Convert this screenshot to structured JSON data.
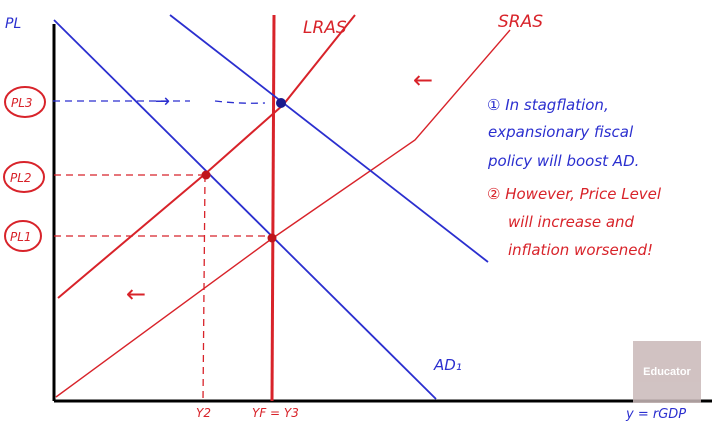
{
  "axes": {
    "y_label": "PL",
    "x_label": "y = rGDP"
  },
  "curves": {
    "lras_label": "LRAS",
    "sras_label": "SRAS",
    "ad_label": "AD₁"
  },
  "price_levels": {
    "pl3": "PL3",
    "pl2": "PL2",
    "pl1": "PL1"
  },
  "x_ticks": {
    "y2": "Y2",
    "yf_y3": "YF = Y3"
  },
  "shift_arrows": {
    "sras_shift": "←",
    "lower_shift": "←",
    "pl3_arrow": "→"
  },
  "notes": {
    "line1": "① In stagflation,",
    "line2": "expansionary fiscal",
    "line3": "policy will boost AD.",
    "line4": "② However, Price Level",
    "line5": "will increase and",
    "line6": "inflation worsened!"
  },
  "watermark": "Educator",
  "colors": {
    "red": "#d8232a",
    "blue": "#2b2fcf",
    "black": "#000000"
  }
}
